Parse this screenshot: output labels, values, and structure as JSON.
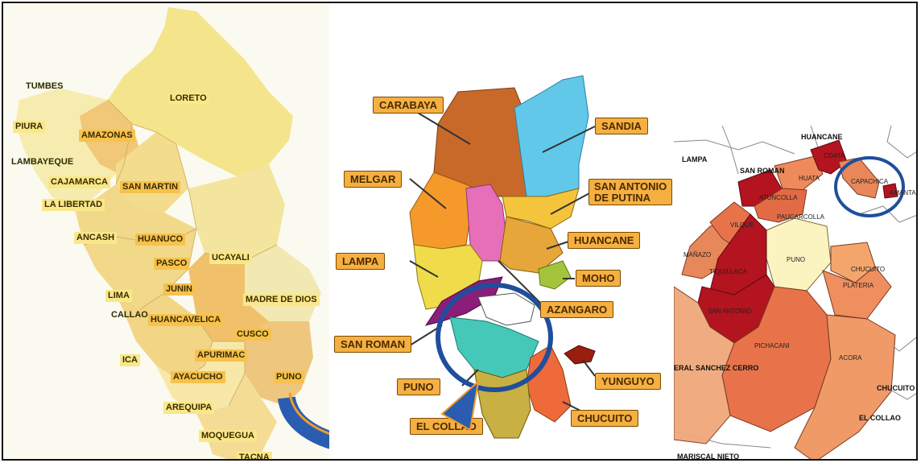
{
  "peru_map": {
    "regions": {
      "tumbes": "TUMBES",
      "loreto": "LORETO",
      "piura": "PIURA",
      "amazonas": "AMAZONAS",
      "lambayeque": "LAMBAYEQUE",
      "cajamarca": "CAJAMARCA",
      "san_martin": "SAN MARTIN",
      "la_libertad": "LA LIBERTAD",
      "ancash": "ANCASH",
      "huanuco": "HUANUCO",
      "pasco": "PASCO",
      "ucayali": "UCAYALI",
      "junin": "JUNIN",
      "lima": "LIMA",
      "madre_de_dios": "MADRE DE DIOS",
      "callao": "CALLAO",
      "huancavelica": "HUANCAVELICA",
      "cusco": "CUSCO",
      "apurimac": "APURIMAC",
      "ica": "ICA",
      "ayacucho": "AYACUCHO",
      "puno": "PUNO",
      "arequipa": "AREQUIPA",
      "moquegua": "MOQUEGUA",
      "tacna": "TACNA"
    }
  },
  "puno_map": {
    "provinces": {
      "carabaya": "CARABAYA",
      "sandia": "SANDIA",
      "melgar": "MELGAR",
      "san_antonio_line1": "SAN ANTONIO",
      "san_antonio_line2": "DE PUTINA",
      "huancane": "HUANCANE",
      "lampa": "LAMPA",
      "moho": "MOHO",
      "azangaro": "AZANGARO",
      "san_roman": "SAN ROMAN",
      "puno": "PUNO",
      "yunguyo": "YUNGUYO",
      "chucuito": "CHUCUITO",
      "el_collao": "EL COLLAO"
    }
  },
  "district_map": {
    "outside": {
      "huancane": "HUANCANE",
      "lampa": "LAMPA",
      "san_roman": "SAN ROMAN",
      "el_collao": "EL COLLAO",
      "chucuito": "CHUCUITO",
      "general_sanchez_cerro": "ERAL SANCHEZ CERRO",
      "mariscal_nieto": "MARISCAL NIETO"
    },
    "districts": {
      "coata": "COATA",
      "capachica": "CAPACHICA",
      "amantani": "AMANTA",
      "huata": "HUATA",
      "atuncolla": "ATUNCOLLA",
      "vilque": "VILQUE",
      "paucarcolla": "PAUCARCOLLA",
      "manazo": "MAÑAZO",
      "tiquillaca": "TIQUILLACA",
      "puno": "PUNO",
      "chucuito": "CHUCUITO",
      "plateria": "PLATERIA",
      "san_antonio": "SAN ANTONIO",
      "pichacani": "PICHACANI",
      "acora": "ACORA"
    }
  },
  "colors": {
    "highlight_circle": "#1f4e9c",
    "arrow": "#2a5db0",
    "district_dark_red": "#b3141f",
    "district_orange": "#e8734a"
  }
}
